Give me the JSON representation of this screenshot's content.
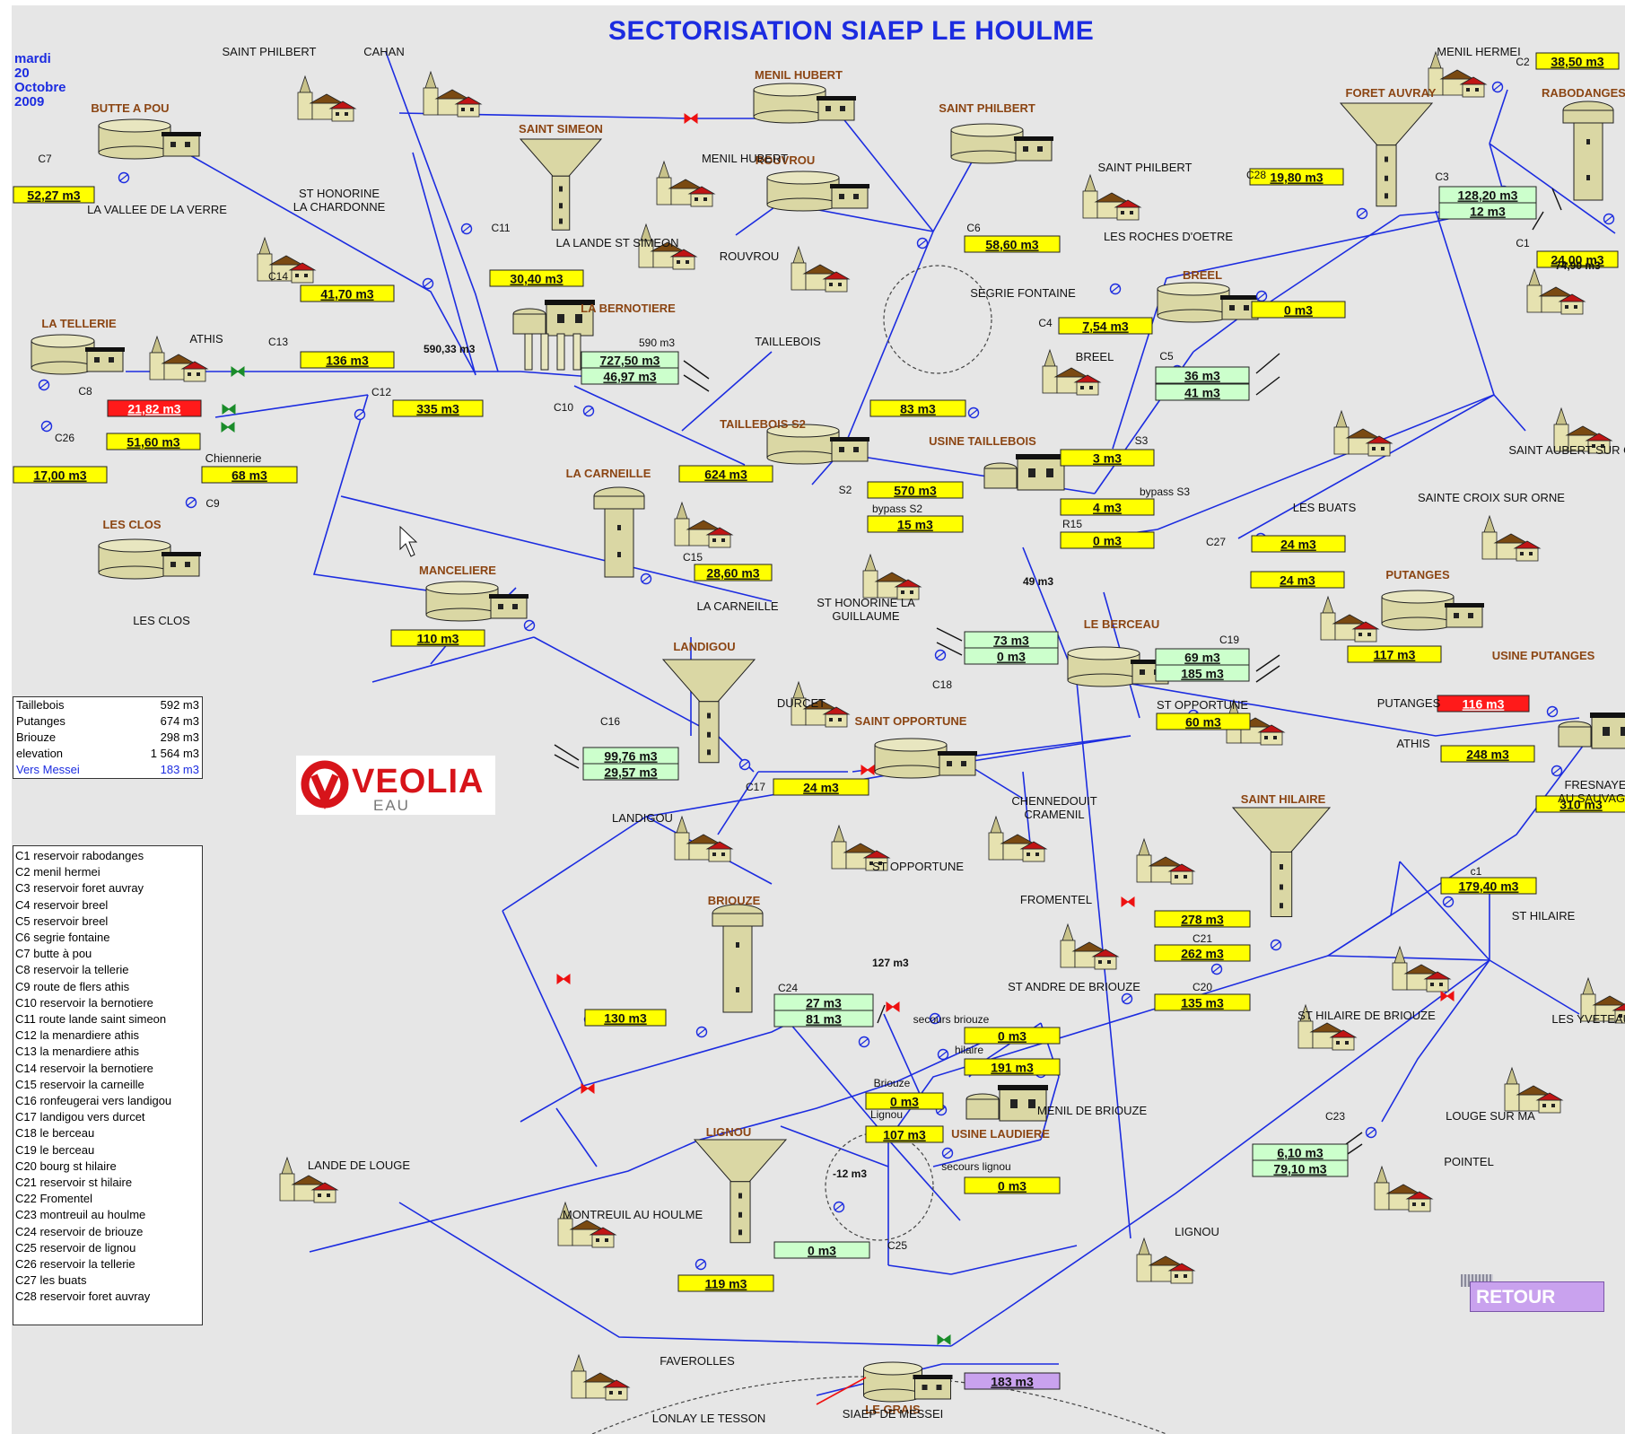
{
  "title": "SECTORISATION SIAEP LE HOULME",
  "date": [
    "mardi",
    "20",
    "Octobre",
    "2009"
  ],
  "button_retour": "RETOUR",
  "logo": {
    "text": "VEOLIA",
    "sub": "EAU"
  },
  "colors": {
    "pipe": "#1c2ce0",
    "yellow": "#ffff00",
    "mint": "#ccffcc",
    "red": "#ff1a1a",
    "purple": "#c9a2ee",
    "building": "#dad7a4",
    "label": "#8b4513"
  },
  "stats": [
    {
      "label": "Taillebois",
      "value": "592 m3"
    },
    {
      "label": "Putanges",
      "value": "674 m3"
    },
    {
      "label": "Briouze",
      "value": "298 m3"
    },
    {
      "label": "elevation",
      "value": "1 564 m3"
    },
    {
      "label": "Vers Messei",
      "value": "183 m3"
    }
  ],
  "legend": [
    "C1 reservoir rabodanges",
    "C2 menil hermei",
    "C3 reservoir foret auvray",
    "C4 reservoir breel",
    "C5 reservoir breel",
    "C6 segrie fontaine",
    "C7 butte à pou",
    "C8 reservoir la tellerie",
    "C9 route de flers athis",
    "C10 reservoir la bernotiere",
    "C11 route lande saint simeon",
    "C12 la menardiere athis",
    "C13 la menardiere athis",
    "C14 reservoir la bernotiere",
    "C15 reservoir la carneille",
    "C16 ronfeugerai vers landigou",
    "C17 landigou vers durcet",
    "C18 le berceau",
    "C19 le berceau",
    "C20 bourg st hilaire",
    "C21 reservoir st hilaire",
    "C22 Fromentel",
    "C23 montreuil au houlme",
    "C24 reservoir de briouze",
    "C25 reservoir de lignou",
    "C26 reservoir la tellerie",
    "C27 les buats",
    "C28 reservoir foret auvray"
  ],
  "facilities": [
    {
      "name": "BUTTE A POU",
      "kind": "tank"
    },
    {
      "name": "SAINT SIMEON",
      "kind": "tower"
    },
    {
      "name": "MENIL HUBERT",
      "kind": "tank"
    },
    {
      "name": "ROUVROU",
      "kind": "tank"
    },
    {
      "name": "SAINT PHILBERT",
      "kind": "tank"
    },
    {
      "name": "FORET AUVRAY",
      "kind": "tower"
    },
    {
      "name": "RABODANGES",
      "kind": "column"
    },
    {
      "name": "LA TELLERIE",
      "kind": "tank"
    },
    {
      "name": "LA BERNOTIERE",
      "kind": "plant"
    },
    {
      "name": "BREEL",
      "kind": "tank"
    },
    {
      "name": "TAILLEBOIS S2",
      "kind": "twin"
    },
    {
      "name": "USINE TAILLEBOIS",
      "kind": "plant"
    },
    {
      "name": "LA CARNEILLE",
      "kind": "column"
    },
    {
      "name": "LES CLOS",
      "kind": "tank"
    },
    {
      "name": "MANCELIERE",
      "kind": "tank"
    },
    {
      "name": "PUTANGES",
      "kind": "tank"
    },
    {
      "name": "LANDIGOU",
      "kind": "tower"
    },
    {
      "name": "LE BERCEAU",
      "kind": "tank"
    },
    {
      "name": "USINE PUTANGES",
      "kind": "plant"
    },
    {
      "name": "SAINT OPPORTUNE",
      "kind": "tank"
    },
    {
      "name": "SAINT HILAIRE",
      "kind": "tower"
    },
    {
      "name": "BRIOUZE",
      "kind": "column"
    },
    {
      "name": "LIGNOU",
      "kind": "tower"
    },
    {
      "name": "USINE LAUDIERE",
      "kind": "plant"
    },
    {
      "name": "LE GRAIS",
      "kind": "tank"
    }
  ],
  "places": [
    "SAINT PHILBERT",
    "CAHAN",
    "LA VALLEE DE LA VERRE",
    "ST HONORINE\nLA CHARDONNE",
    "MENIL HUBERT",
    "LA LANDE ST SIMEON",
    "ROUVROU",
    "SAINT PHILBERT",
    "LES ROCHES D'OETRE",
    "MENIL HERMEI",
    "SEGRIE FONTAINE",
    "ATHIS",
    "TAILLEBOIS",
    "BREEL",
    "SAINT AUBERT SUR OR",
    "Chiennerie",
    "SAINTE CROIX SUR ORNE",
    "LES BUATS",
    "LES CLOS",
    "LA CARNEILLE",
    "ST HONORINE LA\nGUILLAUME",
    "DURCET",
    "LANDIGOU",
    "CHENNEDOUIT\nCRAMENIL",
    "ST OPPORTUNE",
    "ST OPPORTUNE",
    "PUTANGES",
    "ATHIS",
    "FRESNAYE\nAU SAUVAGE",
    "ST HILAIRE",
    "FROMENTEL",
    "ST ANDRE DE BRIOUZE",
    "ST HILAIRE DE BRIOUZE",
    "LES YVETEAUX",
    "LOUGE SUR MA",
    "LANDE DE LOUGE",
    "MENIL DE BRIOUZE",
    "POINTEL",
    "MONTREUIL AU HOULME",
    "LIGNOU",
    "FAVEROLLES",
    "LONLAY LE TESSON",
    "SIAEP DE MESSEI",
    "LE GRAIS"
  ],
  "counters": [
    "C7",
    "C11",
    "C14",
    "C13",
    "C8",
    "C26",
    "C12",
    "C9",
    "C10",
    "C15",
    "C16",
    "C17",
    "C6",
    "C4",
    "C5",
    "S3",
    "S2",
    "R15",
    "C27",
    "C28",
    "C3",
    "C1",
    "C2",
    "C18",
    "C19",
    "C24",
    "C21",
    "C20",
    "C23",
    "C25",
    "c1",
    "bypass S2",
    "bypass S3",
    "Lignou",
    "Briouze",
    "secours briouze",
    "hilaire",
    "secours lignou",
    "590 m3"
  ],
  "readings": [
    "52,27 m3",
    "30,40 m3",
    "41,70 m3",
    "136 m3",
    "590,33 m3",
    "335 m3",
    "21,82 m3",
    "51,60 m3",
    "17,00 m3",
    "68 m3",
    "727,50 m3",
    "46,97 m3",
    "83 m3",
    "624 m3",
    "570 m3",
    "15 m3",
    "58,60 m3",
    "24 m3",
    "7,54 m3",
    "36 m3",
    "41 m3",
    "3 m3",
    "4 m3",
    "0 m3",
    "0 m3",
    "19,80 m3",
    "128,20 m3",
    "12 m3",
    "24,00 m3",
    "74,90 m3",
    "38,50 m3",
    "28,60 m3",
    "110 m3",
    "24 m3",
    "117 m3",
    "73 m3",
    "0 m3",
    "49 m3",
    "69 m3",
    "185 m3",
    "60 m3",
    "116 m3",
    "248 m3",
    "310 m3",
    "99,76 m3",
    "29,57 m3",
    "24 m3",
    "179,40 m3",
    "278 m3",
    "262 m3",
    "135 m3",
    "130 m3",
    "27 m3",
    "81 m3",
    "127 m3",
    "0 m3",
    "191 m3",
    "0 m3",
    "107 m3",
    "0 m3",
    "-12 m3",
    "0 m3",
    "119 m3",
    "6,10 m3",
    "79,10 m3",
    "183 m3"
  ]
}
